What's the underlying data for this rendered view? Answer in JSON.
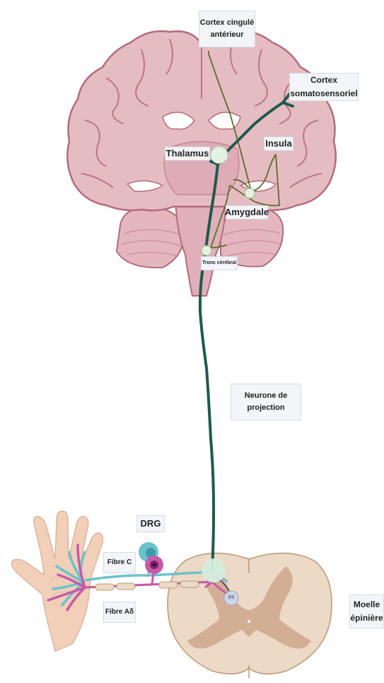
{
  "labels": {
    "acc": [
      "Cortex cingulé",
      "antérieur"
    ],
    "s1": [
      "Cortex",
      "somatosensoriel"
    ],
    "thalamus": "Thalamus",
    "insula": "Insula",
    "amygdala": "Amygdale",
    "brainstem": "Tronc cérébral",
    "projection": [
      "Neurone de",
      "projection"
    ],
    "drg": "DRG",
    "c_fiber": "Fibre C",
    "adelta_fiber": "Fibre Aδ",
    "interneuron": "int",
    "spinal_cord": [
      "Moelle",
      "épinière"
    ]
  },
  "colors": {
    "brain": "#e6bcc3",
    "brain_outline": "#b26b7c",
    "pathway_main": "#1f5a4c",
    "pathway_secondary": "#5d6a2a",
    "cord_white": "#ecd9c6",
    "cord_gray": "#d2ae95",
    "c_fiber": "#6bc1cc",
    "adelta_fiber": "#c65aa6",
    "skin": "#f1cfb8",
    "node": "#e3f2e3"
  }
}
